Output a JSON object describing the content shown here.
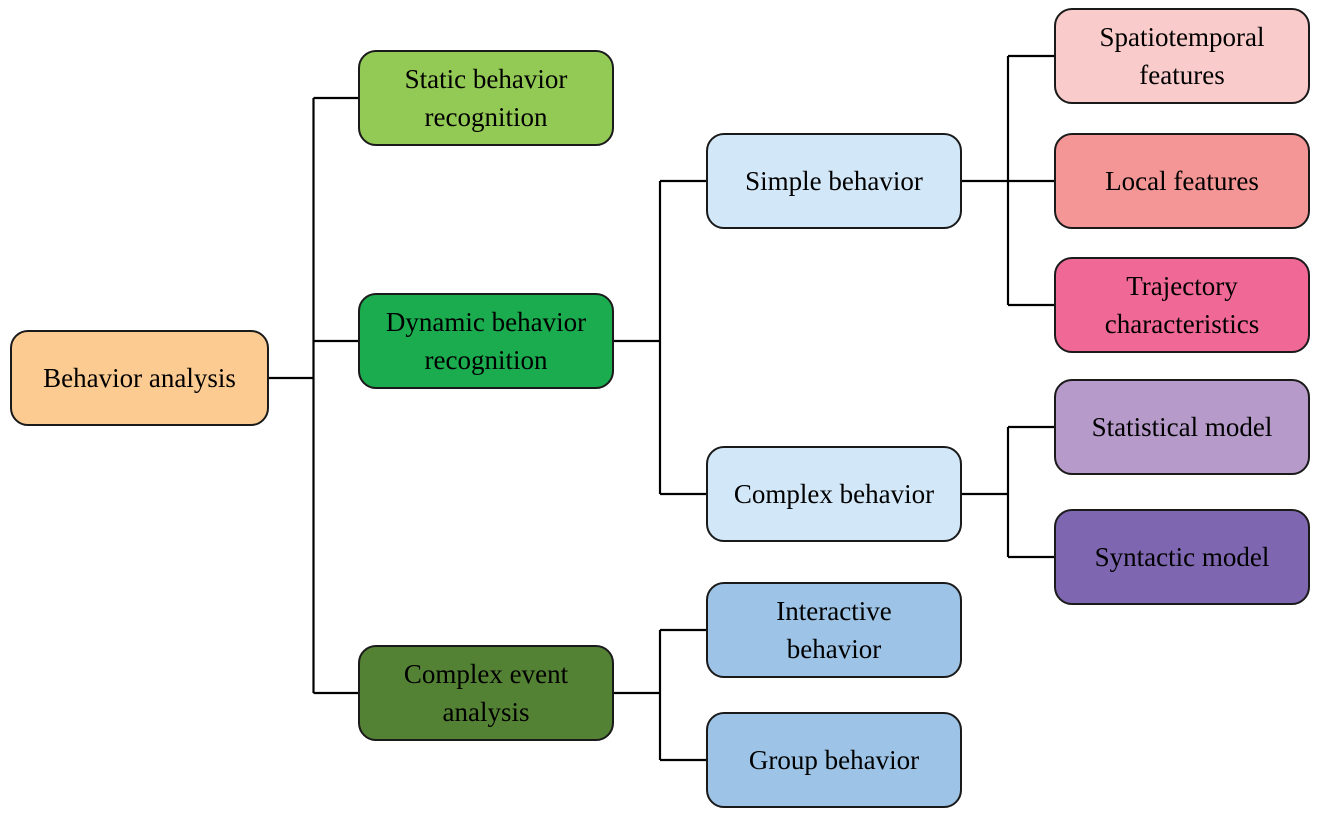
{
  "nodes": {
    "root": {
      "lines": [
        "Behavior analysis"
      ],
      "color": "#FCCB92"
    },
    "static": {
      "lines": [
        "Static behavior",
        "recognition"
      ],
      "color": "#93C955"
    },
    "dynamic": {
      "lines": [
        "Dynamic behavior",
        "recognition"
      ],
      "color": "#1AAC4E"
    },
    "event": {
      "lines": [
        "Complex event",
        "analysis"
      ],
      "color": "#548235"
    },
    "simple": {
      "lines": [
        "Simple behavior"
      ],
      "color": "#D2E7F7"
    },
    "complex": {
      "lines": [
        "Complex behavior"
      ],
      "color": "#D2E7F7"
    },
    "interactive": {
      "lines": [
        "Interactive",
        "behavior"
      ],
      "color": "#9DC3E6"
    },
    "group": {
      "lines": [
        "Group behavior"
      ],
      "color": "#9DC3E6"
    },
    "spatiotemporal": {
      "lines": [
        "Spatiotemporal",
        "features"
      ],
      "color": "#F9CBCB"
    },
    "local": {
      "lines": [
        "Local features"
      ],
      "color": "#F49696"
    },
    "trajectory": {
      "lines": [
        "Trajectory",
        "characteristics"
      ],
      "color": "#F06896"
    },
    "statistical": {
      "lines": [
        "Statistical model"
      ],
      "color": "#B69AC9"
    },
    "syntactic": {
      "lines": [
        "Syntactic model"
      ],
      "color": "#7E67B0"
    }
  },
  "edges": [
    [
      "root",
      "static"
    ],
    [
      "root",
      "dynamic"
    ],
    [
      "root",
      "event"
    ],
    [
      "dynamic",
      "simple"
    ],
    [
      "dynamic",
      "complex"
    ],
    [
      "event",
      "interactive"
    ],
    [
      "event",
      "group"
    ],
    [
      "simple",
      "spatiotemporal"
    ],
    [
      "simple",
      "local"
    ],
    [
      "simple",
      "trajectory"
    ],
    [
      "complex",
      "statistical"
    ],
    [
      "complex",
      "syntactic"
    ]
  ]
}
